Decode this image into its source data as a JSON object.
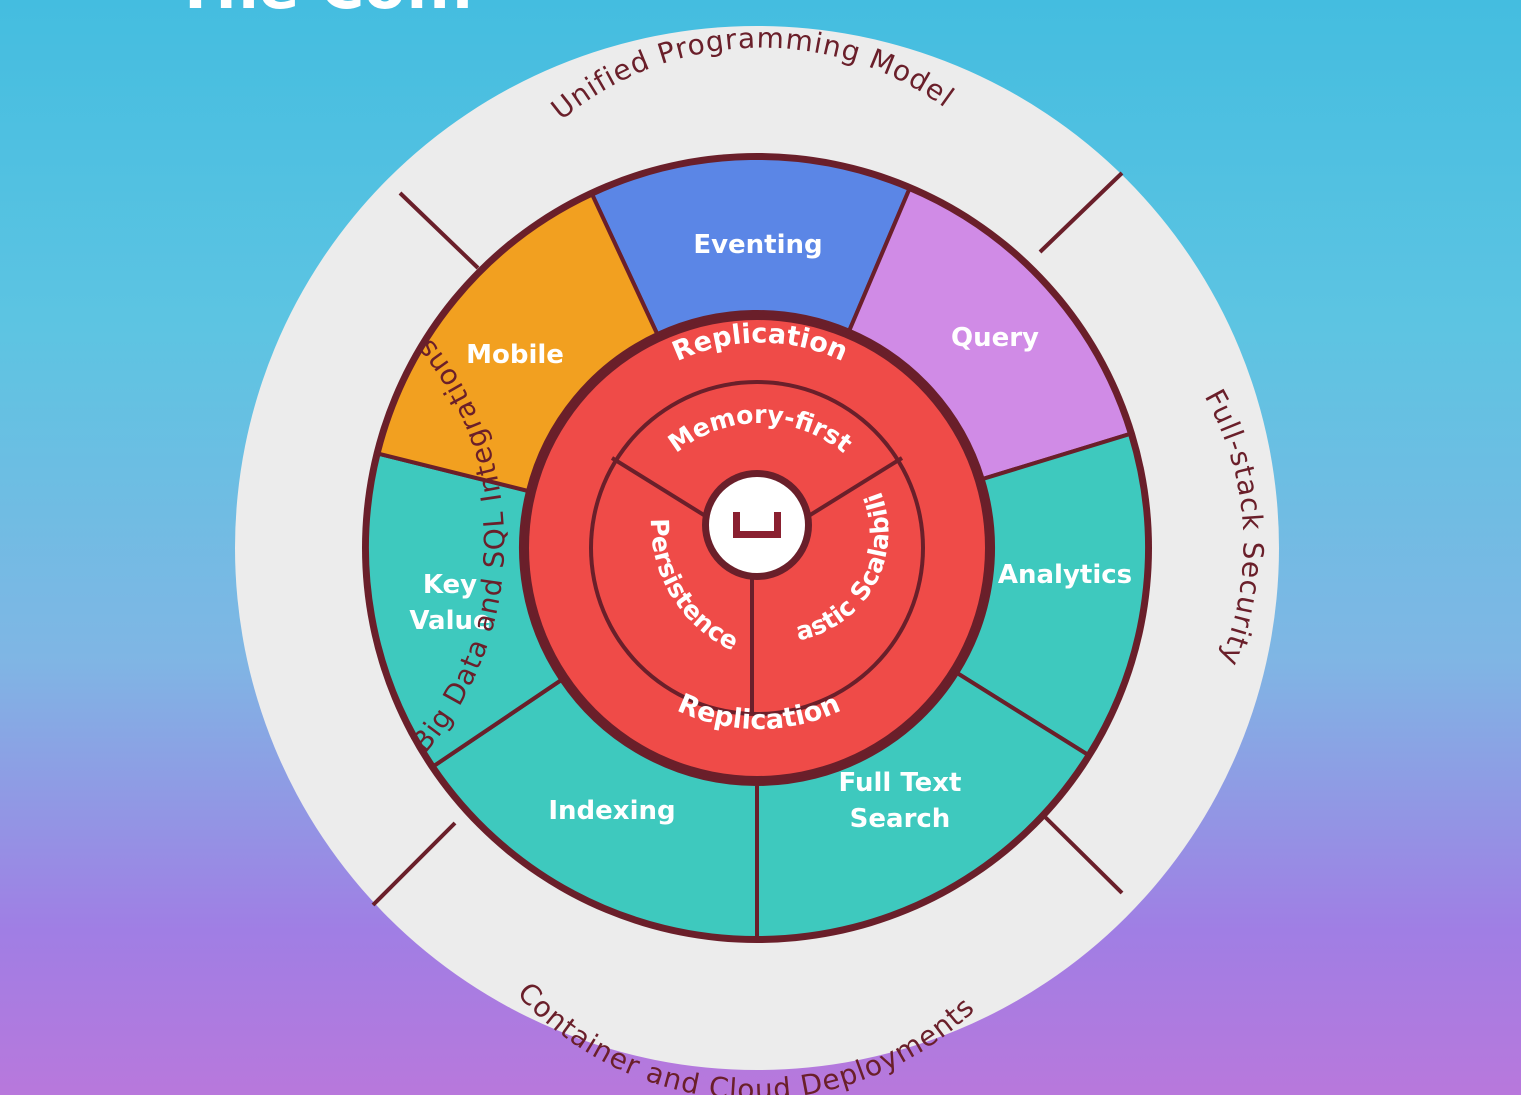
{
  "slide_title_fragment": "The Co...",
  "outer_ring": {
    "top": "Unified Programming Model",
    "right": "Full-stack Security",
    "bottom": "Container and Cloud Deployments",
    "left": "Big Data and SQL Integrations"
  },
  "services": [
    {
      "id": "eventing",
      "label_lines": [
        "Eventing"
      ],
      "color": "#5b86e6"
    },
    {
      "id": "query",
      "label_lines": [
        "Query"
      ],
      "color": "#d08be6"
    },
    {
      "id": "analytics",
      "label_lines": [
        "Analytics"
      ],
      "color": "#3ec9be"
    },
    {
      "id": "full-text-search",
      "label_lines": [
        "Full Text",
        "Search"
      ],
      "color": "#3ec9be"
    },
    {
      "id": "indexing",
      "label_lines": [
        "Indexing"
      ],
      "color": "#3ec9be"
    },
    {
      "id": "key-value",
      "label_lines": [
        "Key",
        "Value"
      ],
      "color": "#3ec9be"
    },
    {
      "id": "mobile",
      "label_lines": [
        "Mobile"
      ],
      "color": "#f2a020"
    }
  ],
  "replication_ring": {
    "top": "Replication",
    "bottom": "Replication",
    "color": "#ef4b48"
  },
  "core": {
    "sectors": [
      "Memory-first",
      "Elastic Scalability",
      "Persistence"
    ],
    "color": "#ef4b48"
  },
  "logo": "couchbase-logo-icon",
  "colors": {
    "outer_ring": "#ececec",
    "divider": "#6a1f2a"
  }
}
